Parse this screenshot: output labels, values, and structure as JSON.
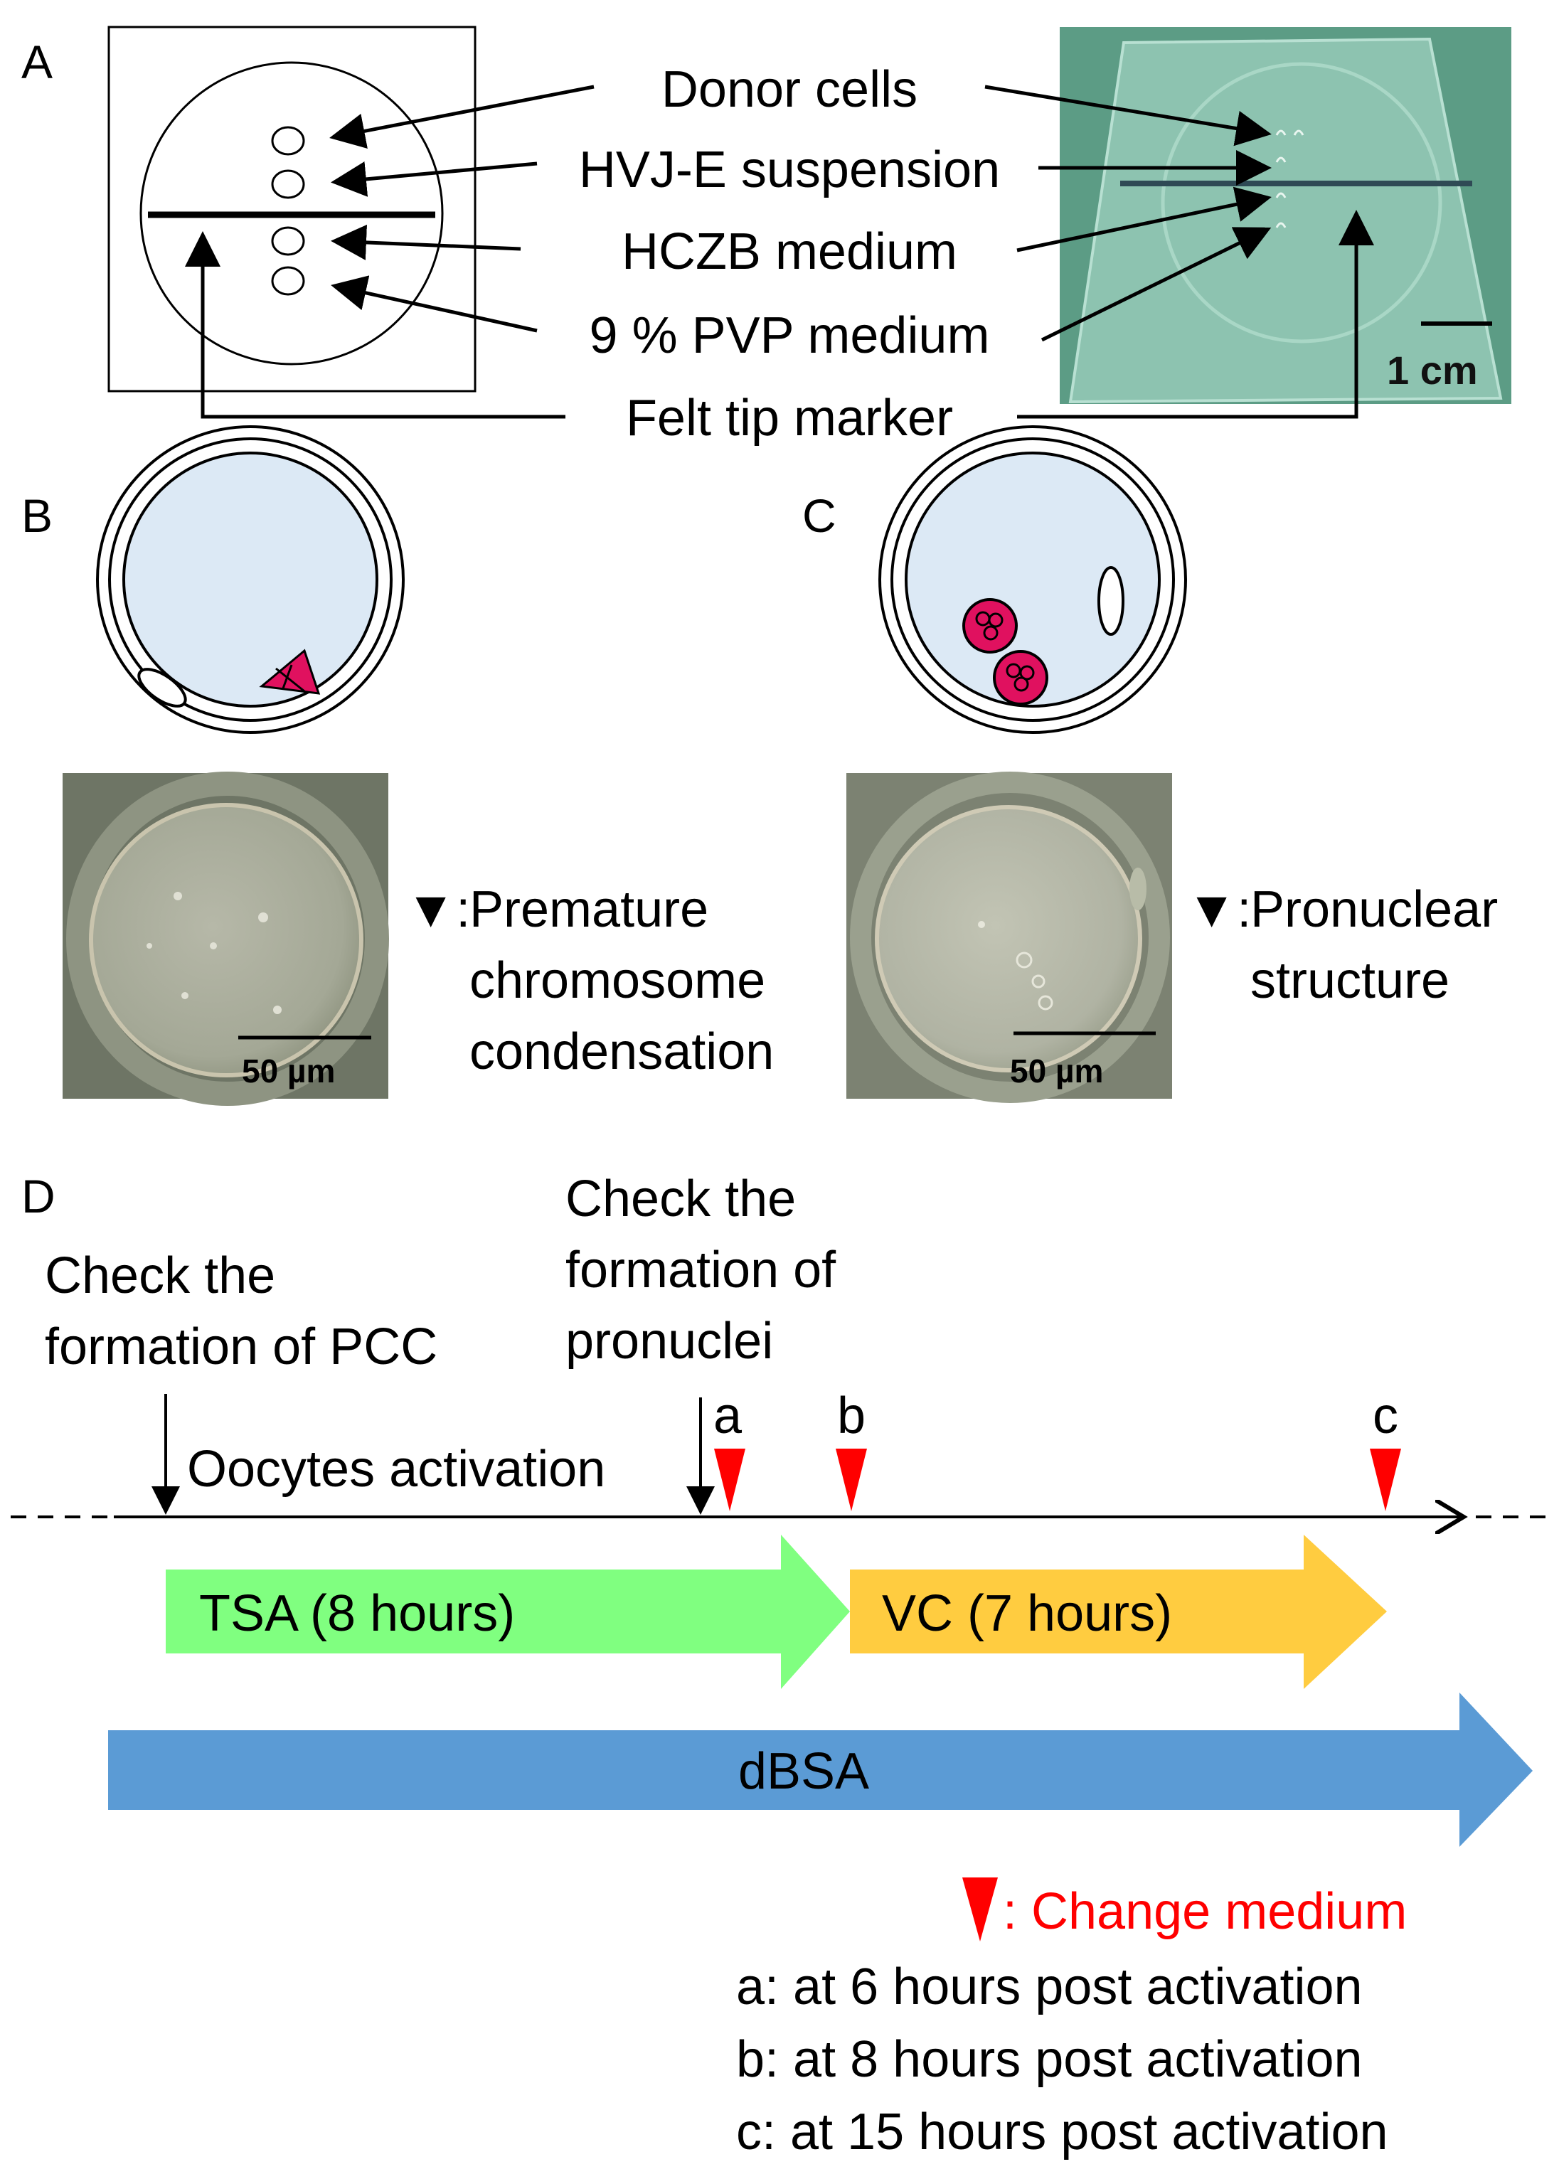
{
  "panel_a": {
    "letter": "A",
    "labels": {
      "donor": "Donor cells",
      "hvje": "HVJ-E suspension",
      "hczb": "HCZB medium",
      "pvp": "9 % PVP medium",
      "marker": "Felt tip marker"
    },
    "scale_bar": "1 cm",
    "colors": {
      "photo_bg": "#5f9f88",
      "photo_slide": "#8fc4b2"
    }
  },
  "panel_b": {
    "letter": "B",
    "scale_bar": "50 µm",
    "caption_marker": "▼:",
    "caption": [
      "Premature",
      "chromosome",
      "condensation"
    ]
  },
  "panel_c": {
    "letter": "C",
    "scale_bar": "50 µm",
    "caption_marker": "▼:",
    "caption": [
      "Pronuclear",
      "structure"
    ]
  },
  "panel_d": {
    "letter": "D",
    "check_pcc": [
      "Check the",
      "formation of PCC"
    ],
    "check_pronuclei": [
      "Check the",
      "formation of",
      "pronuclei"
    ],
    "activation": "Oocytes activation",
    "markers": [
      "a",
      "b",
      "c"
    ],
    "bars": {
      "tsa": "TSA (8 hours)",
      "vc": "VC (7 hours)",
      "dbsa": "dBSA"
    },
    "legend": {
      "symbol": "▼",
      "title": ": Change medium",
      "items": [
        "a: at 6 hours post activation",
        "b: at 8 hours post activation",
        "c: at 15 hours post activation"
      ]
    },
    "colors": {
      "tsa": "#80ff80",
      "vc": "#ffcc40",
      "dbsa": "#5b9bd5",
      "change_medium": "#ff0000",
      "cytoplasm": "#dce9f5",
      "chromatin": "#e0115f"
    }
  }
}
